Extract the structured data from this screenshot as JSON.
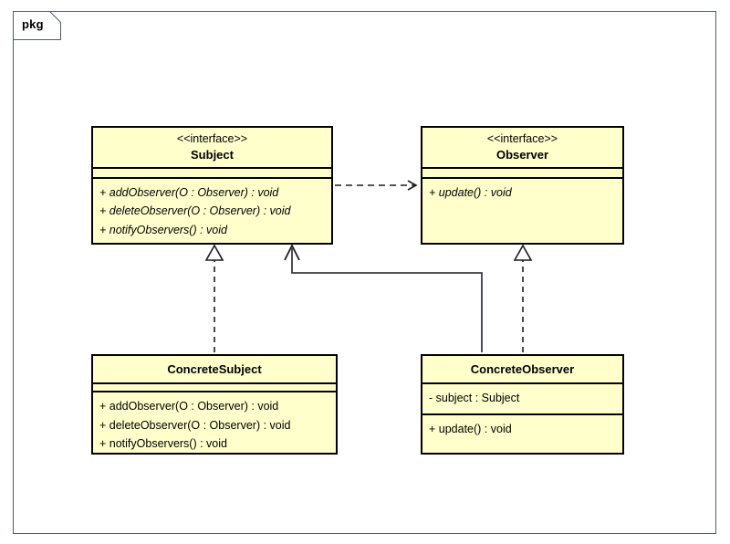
{
  "frame": {
    "label": "pkg",
    "border_color": "#555b66"
  },
  "theme": {
    "class_fill": "#ffffcc",
    "class_border": "#000000",
    "link_color": "#3b3b44",
    "text_color": "#000000"
  },
  "classes": {
    "subject": {
      "stereotype": "<<interface>>",
      "name": "Subject",
      "attributes": [],
      "operations": [
        "+ addObserver(O : Observer) : void",
        "+ deleteObserver(O : Observer) : void",
        "+ notifyObservers() : void"
      ]
    },
    "observer": {
      "stereotype": "<<interface>>",
      "name": "Observer",
      "attributes": [],
      "operations": [
        "+ update() : void"
      ]
    },
    "concrete_subject": {
      "stereotype": "",
      "name": "ConcreteSubject",
      "attributes": [],
      "operations": [
        "+ addObserver(O : Observer) : void",
        "+ deleteObserver(O : Observer) : void",
        "+ notifyObservers() : void"
      ]
    },
    "concrete_observer": {
      "stereotype": "",
      "name": "ConcreteObserver",
      "attributes": [
        "- subject : Subject"
      ],
      "operations": [
        "+ update() : void"
      ]
    }
  },
  "relationships": [
    {
      "id": "subject-depends-observer",
      "type": "dependency",
      "line": "dashed",
      "arrow": "open",
      "from": "Subject",
      "to": "Observer",
      "label": ""
    },
    {
      "id": "concretesubject-realizes-subject",
      "type": "realization",
      "line": "dashed",
      "arrow": "hollow-triangle",
      "from": "ConcreteSubject",
      "to": "Subject",
      "label": ""
    },
    {
      "id": "concreteobserver-realizes-observer",
      "type": "realization",
      "line": "dashed",
      "arrow": "hollow-triangle",
      "from": "ConcreteObserver",
      "to": "Observer",
      "label": ""
    },
    {
      "id": "concreteobserver-associates-subject",
      "type": "association",
      "line": "solid",
      "arrow": "open",
      "from": "ConcreteObserver",
      "to": "Subject",
      "label": ""
    }
  ]
}
